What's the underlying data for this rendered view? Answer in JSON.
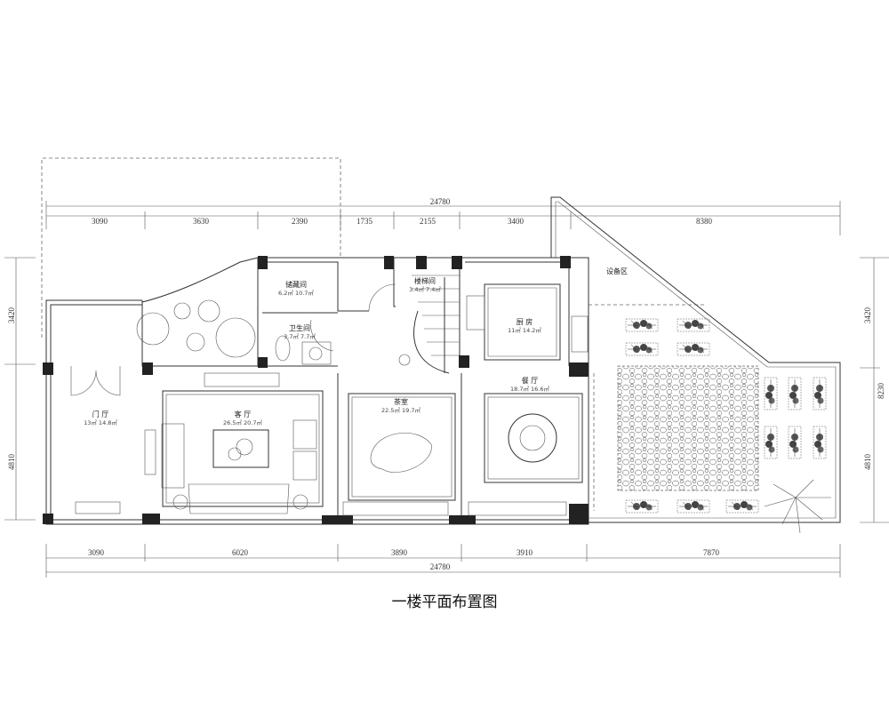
{
  "title": "一楼平面布置图",
  "top_dims": {
    "total": "24780",
    "segments": [
      "3090",
      "3630",
      "2390",
      "1735",
      "2155",
      "3400",
      "8380"
    ]
  },
  "bottom_dims": {
    "total": "24780",
    "segments": [
      "3090",
      "6020",
      "3890",
      "3910",
      "7870"
    ]
  },
  "left_dims": [
    "3420",
    "4810"
  ],
  "right_dims": {
    "segments": [
      "3420",
      "4810"
    ],
    "total": "8230"
  },
  "rooms": {
    "storage": {
      "name": "储藏间",
      "area": "6.2㎡  10.7㎡"
    },
    "stair": {
      "name": "楼梯间",
      "area": "3.4㎡  7.4㎡"
    },
    "bath": {
      "name": "卫生间",
      "area": "3.7㎡  7.7㎡"
    },
    "kitchen": {
      "name": "厨 房",
      "area": "11㎡  14.2㎡"
    },
    "dining": {
      "name": "餐 厅",
      "area": "18.7㎡  16.6㎡"
    },
    "entry": {
      "name": "门 厅",
      "area": "13㎡  14.8㎡"
    },
    "living": {
      "name": "客 厅",
      "area": "26.5㎡  20.7㎡"
    },
    "tea": {
      "name": "茶室",
      "area": "22.5㎡  19.7㎡"
    },
    "equipment": {
      "name": "设备区"
    }
  }
}
